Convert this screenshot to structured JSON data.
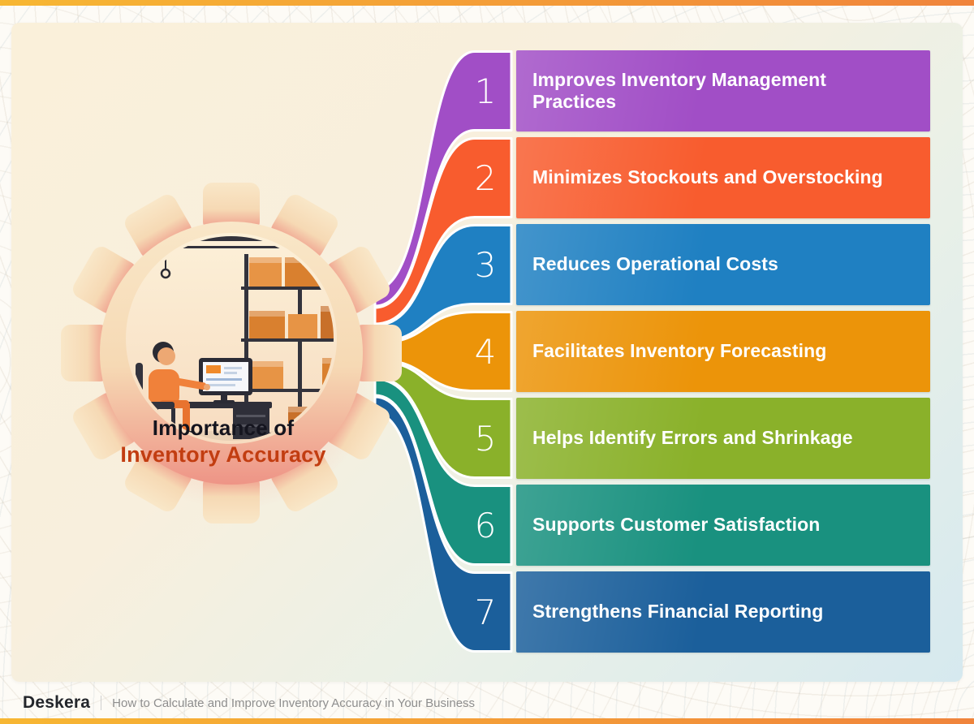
{
  "title": {
    "line1": "Importance of",
    "line2": "Inventory Accuracy",
    "line2_color": "#C23D11"
  },
  "items": [
    {
      "number": "1",
      "label": "Improves Inventory Management Practices",
      "color": "#A14EC6"
    },
    {
      "number": "2",
      "label": "Minimizes Stockouts and Overstocking",
      "color": "#F85C2E"
    },
    {
      "number": "3",
      "label": "Reduces Operational Costs",
      "color": "#1F80C2"
    },
    {
      "number": "4",
      "label": "Facilitates Inventory Forecasting",
      "color": "#EC9409"
    },
    {
      "number": "5",
      "label": "Helps Identify Errors and Shrinkage",
      "color": "#8AB12A"
    },
    {
      "number": "6",
      "label": "Supports Customer Satisfaction",
      "color": "#19917F"
    },
    {
      "number": "7",
      "label": "Strengthens Financial Reporting",
      "color": "#1B5F9B"
    }
  ],
  "footer": {
    "brand": "Deskera",
    "separator": "|",
    "caption": "How to Calculate and Improve Inventory Accuracy in Your Business"
  },
  "icons": {
    "gear": "gear-shape",
    "illustration": "warehouse-worker-at-computer"
  },
  "accents": {
    "edge_strip": "#F0843C",
    "background_cream": "#FAF0DA",
    "background_blue": "#D6E9EF"
  }
}
